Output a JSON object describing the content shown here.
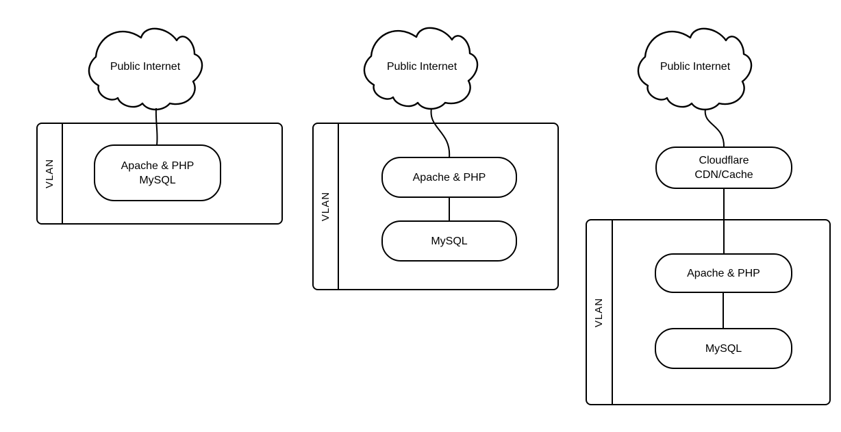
{
  "colors": {
    "stroke": "#000000",
    "background": "#ffffff",
    "text": "#000000"
  },
  "diagrams": [
    {
      "cloud_label": "Public Internet",
      "vlan_label": "VLAN",
      "nodes": [
        {
          "lines": [
            "Apache & PHP",
            "MySQL"
          ]
        }
      ]
    },
    {
      "cloud_label": "Public Internet",
      "vlan_label": "VLAN",
      "nodes": [
        {
          "lines": [
            "Apache & PHP"
          ]
        },
        {
          "lines": [
            "MySQL"
          ]
        }
      ]
    },
    {
      "cloud_label": "Public Internet",
      "cdn_node": {
        "lines": [
          "Cloudflare",
          "CDN/Cache"
        ]
      },
      "vlan_label": "VLAN",
      "nodes": [
        {
          "lines": [
            "Apache & PHP"
          ]
        },
        {
          "lines": [
            "MySQL"
          ]
        }
      ]
    }
  ]
}
